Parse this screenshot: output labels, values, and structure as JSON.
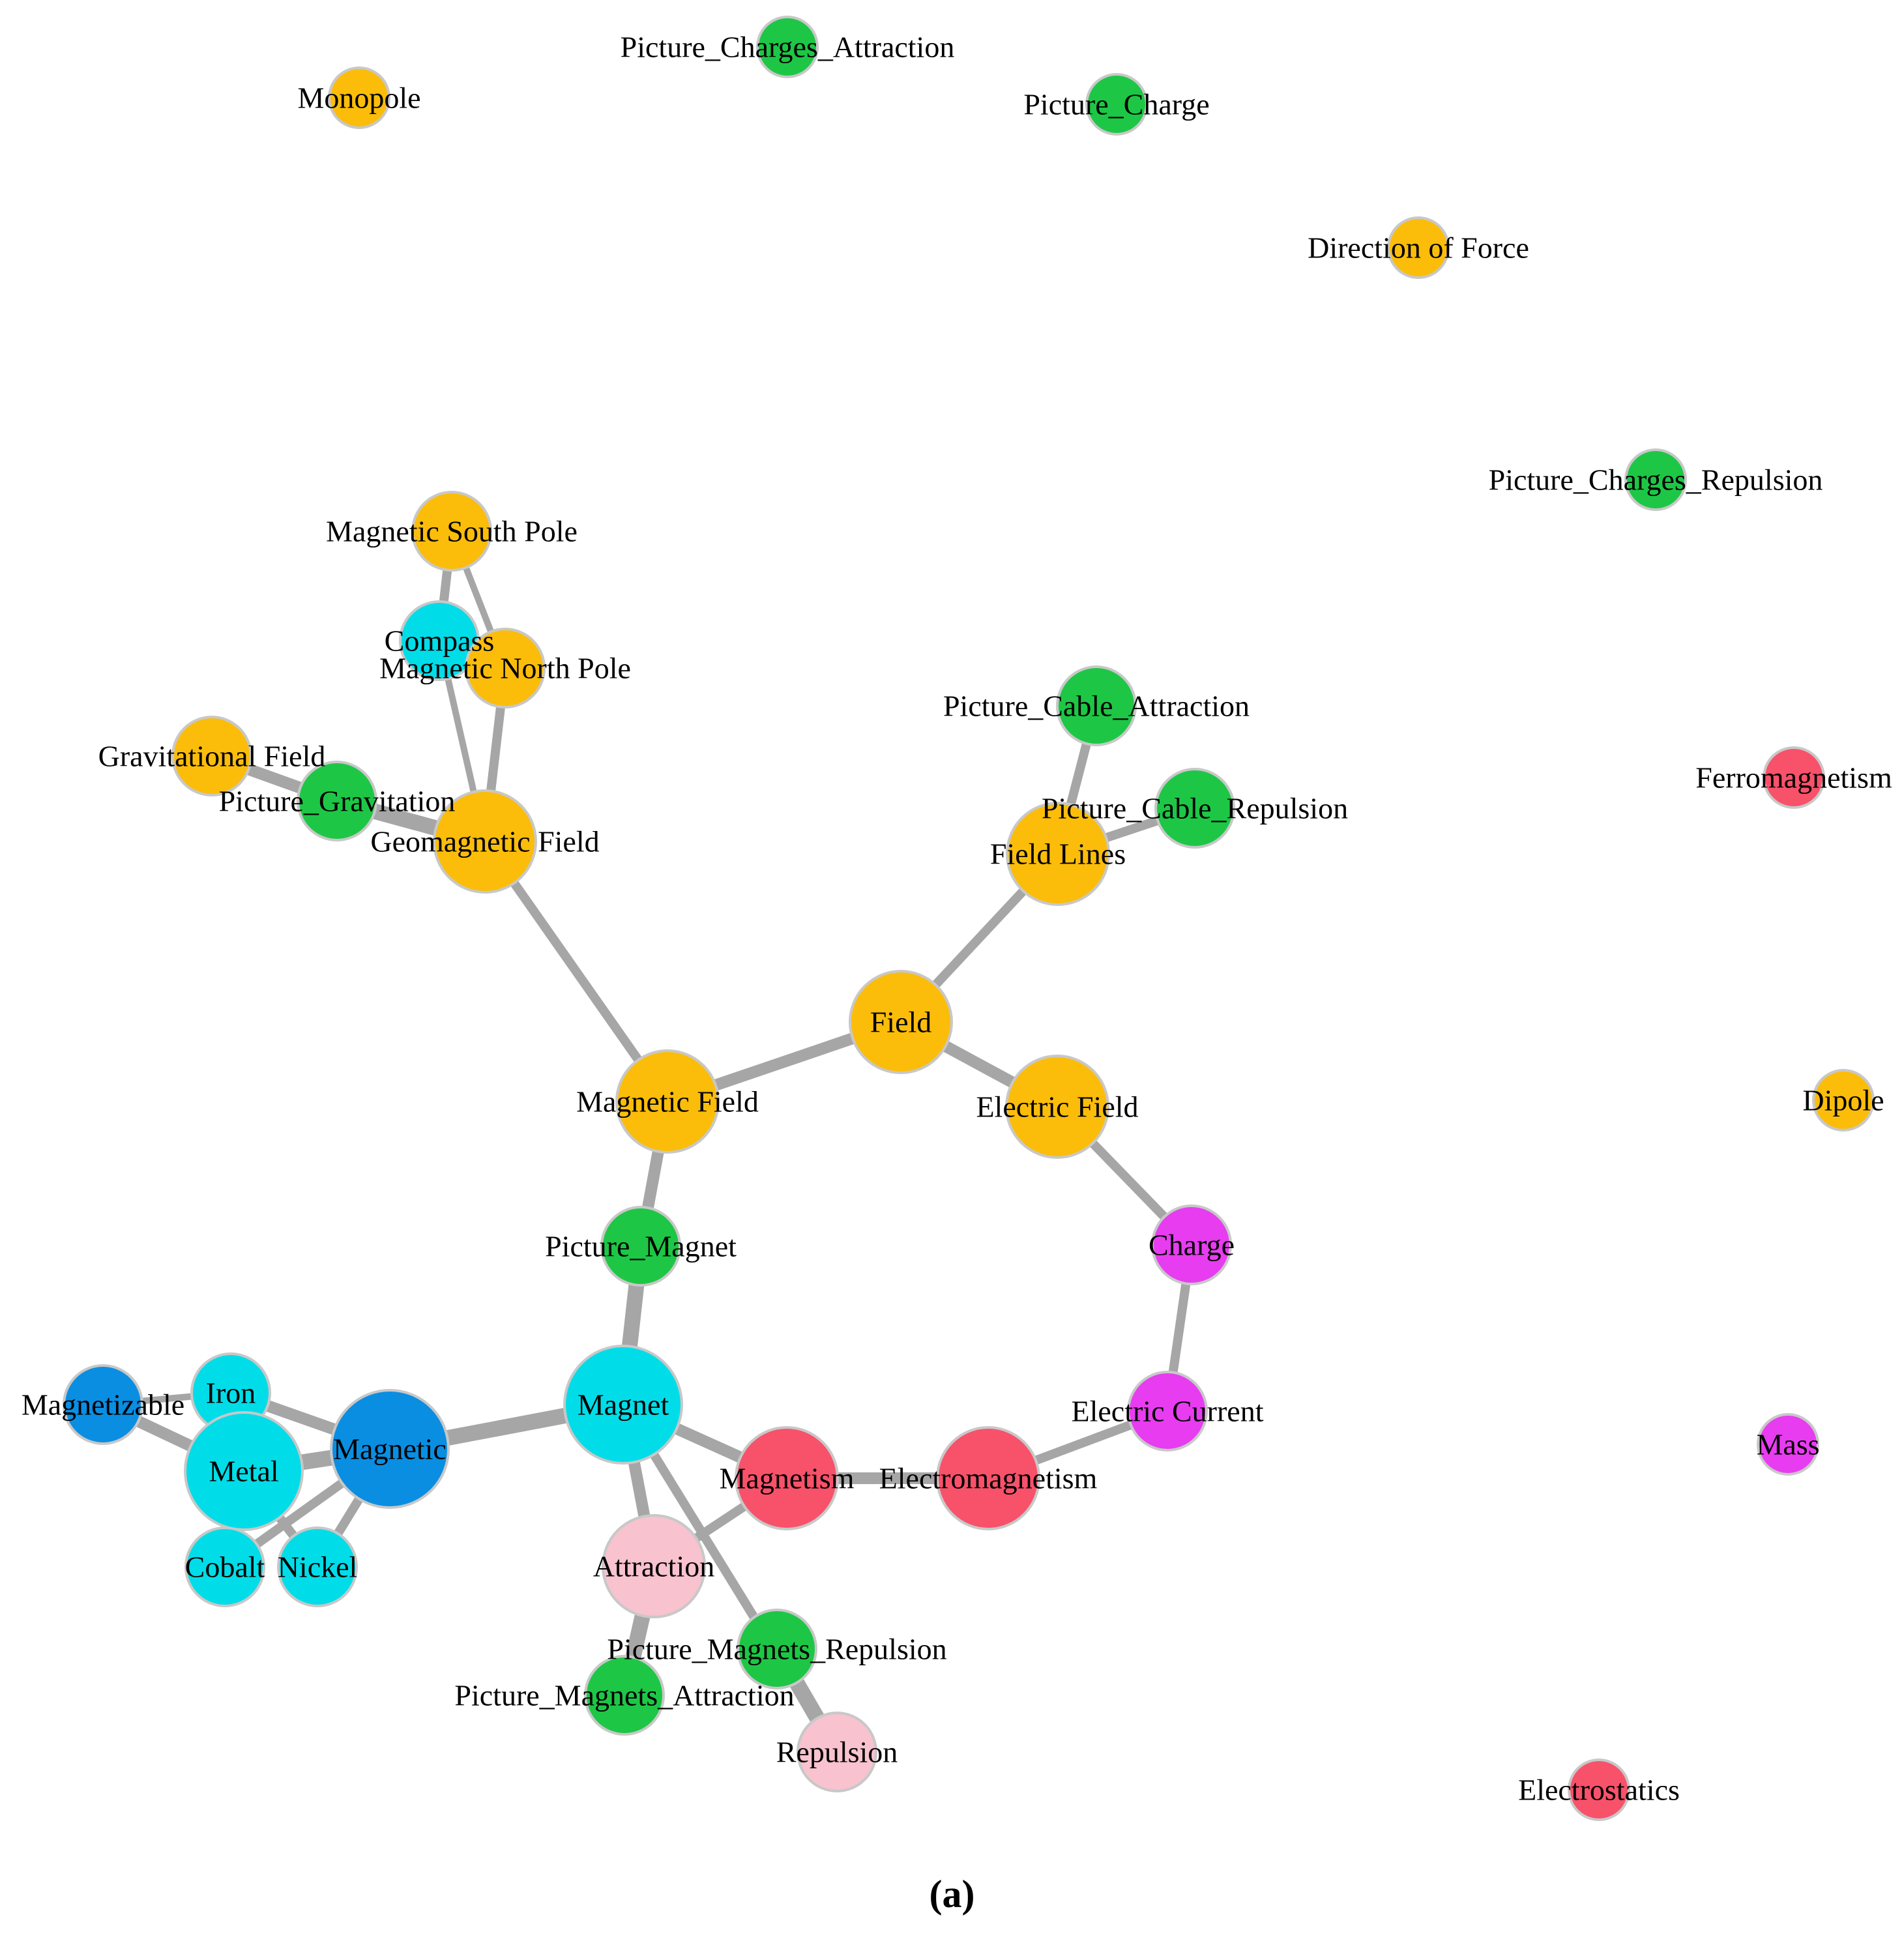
{
  "colors": {
    "concept": "#fbbd0a",
    "picture": "#1dc745",
    "material": "#00dde8",
    "property": "#0a8ee2",
    "phenomenon": "#f8516a",
    "electric": "#e73cf0",
    "force": "#f8c2cf",
    "edge": "#a6a6a6"
  },
  "nodes": [
    {
      "id": "monopole",
      "label": "Monopole",
      "color": "concept",
      "size": 1
    },
    {
      "id": "pic_charges_attr",
      "label": "Picture_Charges_Attraction",
      "color": "picture",
      "size": 1
    },
    {
      "id": "pic_charge",
      "label": "Picture_Charge",
      "color": "picture",
      "size": 1
    },
    {
      "id": "dir_force",
      "label": "Direction of Force",
      "color": "concept",
      "size": 1
    },
    {
      "id": "pic_charges_rep",
      "label": "Picture_Charges_Repulsion",
      "color": "picture",
      "size": 1
    },
    {
      "id": "mag_south",
      "label": "Magnetic South Pole",
      "color": "concept",
      "size": 2
    },
    {
      "id": "compass",
      "label": "Compass",
      "color": "material",
      "size": 2
    },
    {
      "id": "mag_north",
      "label": "Magnetic North Pole",
      "color": "concept",
      "size": 2
    },
    {
      "id": "grav_field",
      "label": "Gravitational Field",
      "color": "concept",
      "size": 2
    },
    {
      "id": "pic_grav",
      "label": "Picture_Gravitation",
      "color": "picture",
      "size": 2
    },
    {
      "id": "geo_field",
      "label": "Geomagnetic Field",
      "color": "concept",
      "size": 3
    },
    {
      "id": "pic_cable_attr",
      "label": "Picture_Cable_Attraction",
      "color": "picture",
      "size": 2
    },
    {
      "id": "pic_cable_rep",
      "label": "Picture_Cable_Repulsion",
      "color": "picture",
      "size": 2
    },
    {
      "id": "field_lines",
      "label": "Field Lines",
      "color": "concept",
      "size": 3
    },
    {
      "id": "ferro",
      "label": "Ferromagnetism",
      "color": "phenomenon",
      "size": 1
    },
    {
      "id": "field",
      "label": "Field",
      "color": "concept",
      "size": 3
    },
    {
      "id": "mag_field",
      "label": "Magnetic Field",
      "color": "concept",
      "size": 3
    },
    {
      "id": "elec_field",
      "label": "Electric Field",
      "color": "concept",
      "size": 3
    },
    {
      "id": "dipole",
      "label": "Dipole",
      "color": "concept",
      "size": 1
    },
    {
      "id": "pic_magnet",
      "label": "Picture_Magnet",
      "color": "picture",
      "size": 2
    },
    {
      "id": "charge",
      "label": "Charge",
      "color": "electric",
      "size": 2
    },
    {
      "id": "magnetizable",
      "label": "Magnetizable",
      "color": "property",
      "size": 2
    },
    {
      "id": "iron",
      "label": "Iron",
      "color": "material",
      "size": 2
    },
    {
      "id": "magnet",
      "label": "Magnet",
      "color": "material",
      "size": 4
    },
    {
      "id": "elec_current",
      "label": "Electric Current",
      "color": "electric",
      "size": 2
    },
    {
      "id": "mass",
      "label": "Mass",
      "color": "electric",
      "size": 1
    },
    {
      "id": "magnetic",
      "label": "Magnetic",
      "color": "property",
      "size": 4
    },
    {
      "id": "metal",
      "label": "Metal",
      "color": "material",
      "size": 4
    },
    {
      "id": "magnetism",
      "label": "Magnetism",
      "color": "phenomenon",
      "size": 3
    },
    {
      "id": "electromag",
      "label": "Electromagnetism",
      "color": "phenomenon",
      "size": 3
    },
    {
      "id": "cobalt",
      "label": "Cobalt",
      "color": "material",
      "size": 2
    },
    {
      "id": "nickel",
      "label": "Nickel",
      "color": "material",
      "size": 2
    },
    {
      "id": "attraction",
      "label": "Attraction",
      "color": "force",
      "size": 3
    },
    {
      "id": "pic_magnets_rep",
      "label": "Picture_Magnets_Repulsion",
      "color": "picture",
      "size": 2
    },
    {
      "id": "pic_magnets_attr",
      "label": "Picture_Magnets_Attraction",
      "color": "picture",
      "size": 2
    },
    {
      "id": "repulsion",
      "label": "Repulsion",
      "color": "force",
      "size": 2
    },
    {
      "id": "electrostatics",
      "label": "Electrostatics",
      "color": "phenomenon",
      "size": 1
    }
  ],
  "edges": [
    {
      "source": "mag_south",
      "target": "compass",
      "weight": 2
    },
    {
      "source": "mag_south",
      "target": "mag_north",
      "weight": 1
    },
    {
      "source": "compass",
      "target": "geo_field",
      "weight": 1
    },
    {
      "source": "mag_north",
      "target": "geo_field",
      "weight": 2
    },
    {
      "source": "grav_field",
      "target": "pic_grav",
      "weight": 3
    },
    {
      "source": "pic_grav",
      "target": "geo_field",
      "weight": 4
    },
    {
      "source": "geo_field",
      "target": "mag_field",
      "weight": 2
    },
    {
      "source": "pic_cable_attr",
      "target": "field_lines",
      "weight": 2
    },
    {
      "source": "pic_cable_rep",
      "target": "field_lines",
      "weight": 2
    },
    {
      "source": "field_lines",
      "target": "field",
      "weight": 2
    },
    {
      "source": "field",
      "target": "mag_field",
      "weight": 3
    },
    {
      "source": "field",
      "target": "elec_field",
      "weight": 3
    },
    {
      "source": "elec_field",
      "target": "charge",
      "weight": 2
    },
    {
      "source": "charge",
      "target": "elec_current",
      "weight": 2
    },
    {
      "source": "elec_current",
      "target": "electromag",
      "weight": 2
    },
    {
      "source": "mag_field",
      "target": "pic_magnet",
      "weight": 3
    },
    {
      "source": "pic_magnet",
      "target": "magnet",
      "weight": 4
    },
    {
      "source": "magnet",
      "target": "magnetic",
      "weight": 4
    },
    {
      "source": "magnet",
      "target": "magnetism",
      "weight": 3
    },
    {
      "source": "magnetism",
      "target": "electromag",
      "weight": 3
    },
    {
      "source": "magnet",
      "target": "attraction",
      "weight": 3
    },
    {
      "source": "magnet",
      "target": "repulsion",
      "weight": 2
    },
    {
      "source": "magnetism",
      "target": "attraction",
      "weight": 2
    },
    {
      "source": "attraction",
      "target": "pic_magnets_attr",
      "weight": 4
    },
    {
      "source": "pic_magnets_rep",
      "target": "repulsion",
      "weight": 4
    },
    {
      "source": "magnetizable",
      "target": "metal",
      "weight": 3
    },
    {
      "source": "magnetizable",
      "target": "iron",
      "weight": 1
    },
    {
      "source": "iron",
      "target": "metal",
      "weight": 3
    },
    {
      "source": "iron",
      "target": "magnetic",
      "weight": 3
    },
    {
      "source": "metal",
      "target": "magnetic",
      "weight": 4
    },
    {
      "source": "metal",
      "target": "cobalt",
      "weight": 2
    },
    {
      "source": "metal",
      "target": "nickel",
      "weight": 2
    },
    {
      "source": "cobalt",
      "target": "magnetic",
      "weight": 2
    },
    {
      "source": "nickel",
      "target": "magnetic",
      "weight": 2
    }
  ],
  "caption": "(a)"
}
